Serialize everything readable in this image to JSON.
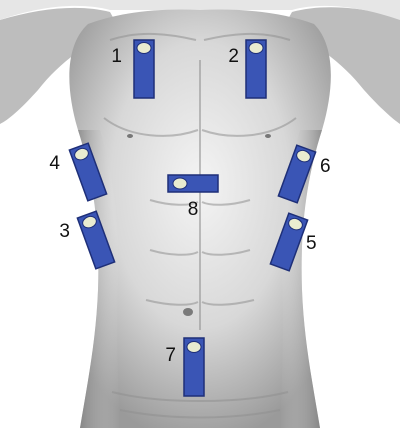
{
  "colors": {
    "background": "#ffffff",
    "skin_light": "#f2f2f2",
    "skin_mid": "#c9c9c9",
    "skin_dark": "#8a8a8a",
    "sensor_fill": "#3a55b5",
    "sensor_stroke": "#1e2f78",
    "sensor_dot": "#e9ecd0",
    "label": "#111111"
  },
  "sensors": [
    {
      "id": "1",
      "label": "1"
    },
    {
      "id": "2",
      "label": "2"
    },
    {
      "id": "3",
      "label": "3"
    },
    {
      "id": "4",
      "label": "4"
    },
    {
      "id": "5",
      "label": "5"
    },
    {
      "id": "6",
      "label": "6"
    },
    {
      "id": "7",
      "label": "7"
    },
    {
      "id": "8",
      "label": "8"
    }
  ]
}
